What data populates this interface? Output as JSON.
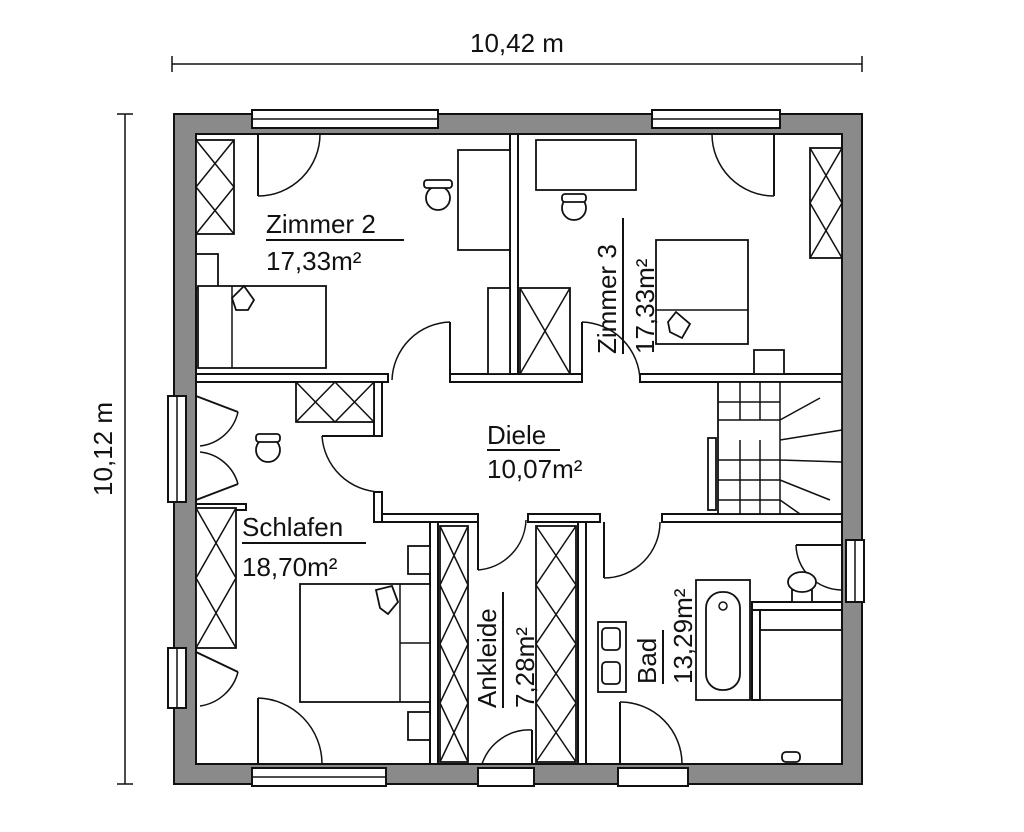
{
  "dimensions": {
    "width": "10,42 m",
    "height": "10,12 m"
  },
  "rooms": {
    "zimmer2": {
      "name": "Zimmer 2",
      "area": "17,33m²"
    },
    "zimmer3": {
      "name": "Zimmer 3",
      "area": "17,33m²"
    },
    "diele": {
      "name": "Diele",
      "area": "10,07m²"
    },
    "schlafen": {
      "name": "Schlafen",
      "area": "18,70m²"
    },
    "ankleide": {
      "name": "Ankleide",
      "area": "7,28m²"
    },
    "bad": {
      "name": "Bad",
      "area": "13,29m²"
    }
  },
  "colors": {
    "wall_fill": "#8a8a8a",
    "line": "#111111",
    "background": "#ffffff"
  },
  "icons": [
    "office-chair-icon",
    "bed-icon",
    "wardrobe-icon",
    "bathtub-icon",
    "toilet-icon",
    "sink-icon",
    "staircase-icon",
    "door-swing-icon"
  ]
}
